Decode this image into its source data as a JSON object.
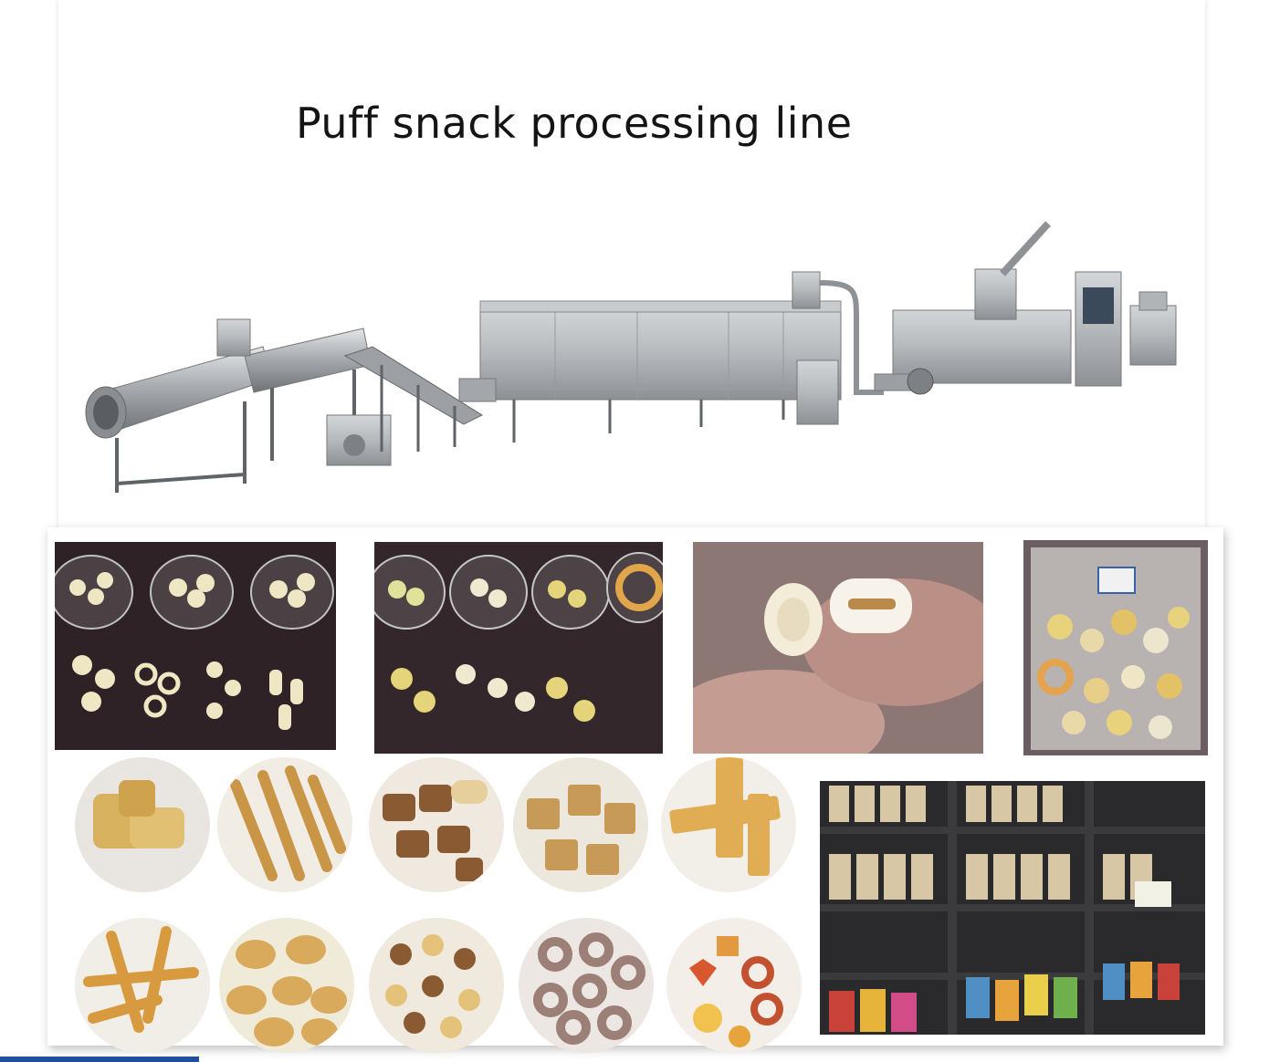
{
  "banner": {
    "title": "Puff snack processing line"
  },
  "machine_line": {
    "icon": "extrusion-production-line",
    "colors": {
      "steel": "#b9bcbf",
      "steel_dark": "#8e9296",
      "frame": "#6d7276"
    }
  },
  "product_photos": [
    {
      "icon": "bowls-of-puff-rings-and-balls"
    },
    {
      "icon": "bowls-of-puff-balls"
    },
    {
      "icon": "core-filled-pillow-snack-in-hand"
    },
    {
      "icon": "bagged-mixed-puff-snacks"
    }
  ],
  "product_circles": [
    {
      "icon": "filled-pillow-snack"
    },
    {
      "icon": "twisted-stick-snack"
    },
    {
      "icon": "chocolate-filled-pillows"
    },
    {
      "icon": "crispy-rice-squares"
    },
    {
      "icon": "sandwich-stick-snack"
    },
    {
      "icon": "twisted-corn-curls"
    },
    {
      "icon": "crispy-shell-snack"
    },
    {
      "icon": "mixed-shape-cereal"
    },
    {
      "icon": "cocoa-ring-cereal"
    },
    {
      "icon": "letter-and-ring-cereal"
    }
  ],
  "store_photo": {
    "icon": "snack-store-shelves"
  },
  "colors": {
    "accent_bar": "#1f4e9c",
    "snack_yellow": "#e6c56f",
    "snack_brown": "#9a6a3a"
  }
}
